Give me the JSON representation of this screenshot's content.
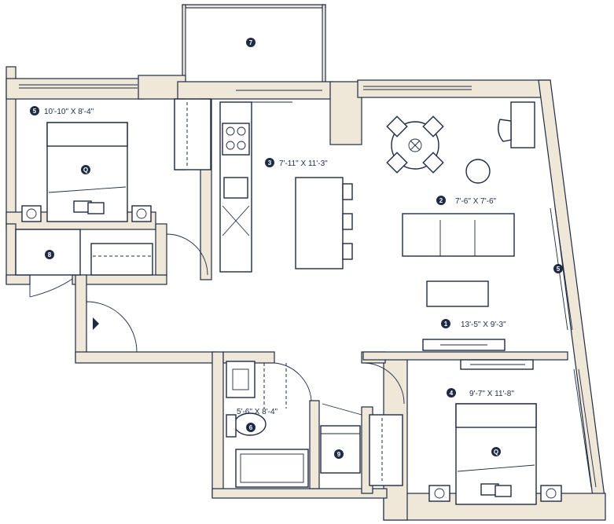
{
  "rooms": [
    {
      "number": "1",
      "dims": "13'-5\" X 9'-3\""
    },
    {
      "number": "2",
      "dims": "7'-6\" X 7'-6\""
    },
    {
      "number": "3",
      "dims": "7'-11\" X 11'-3\""
    },
    {
      "number": "4",
      "dims": "9'-7\" X 11'-8\""
    },
    {
      "number": "5",
      "dims": "10'-10\" X 8'-4\""
    },
    {
      "number": "6",
      "dims": "5'-6\" X 8'-4\""
    }
  ],
  "markers": {
    "balcony": "7",
    "window_wall": "5",
    "closet": "8",
    "laundry": "9",
    "bed_master": "Q",
    "bed_second": "Q"
  },
  "colors": {
    "wall": "#efe8d8",
    "ink": "#1f2a44"
  }
}
